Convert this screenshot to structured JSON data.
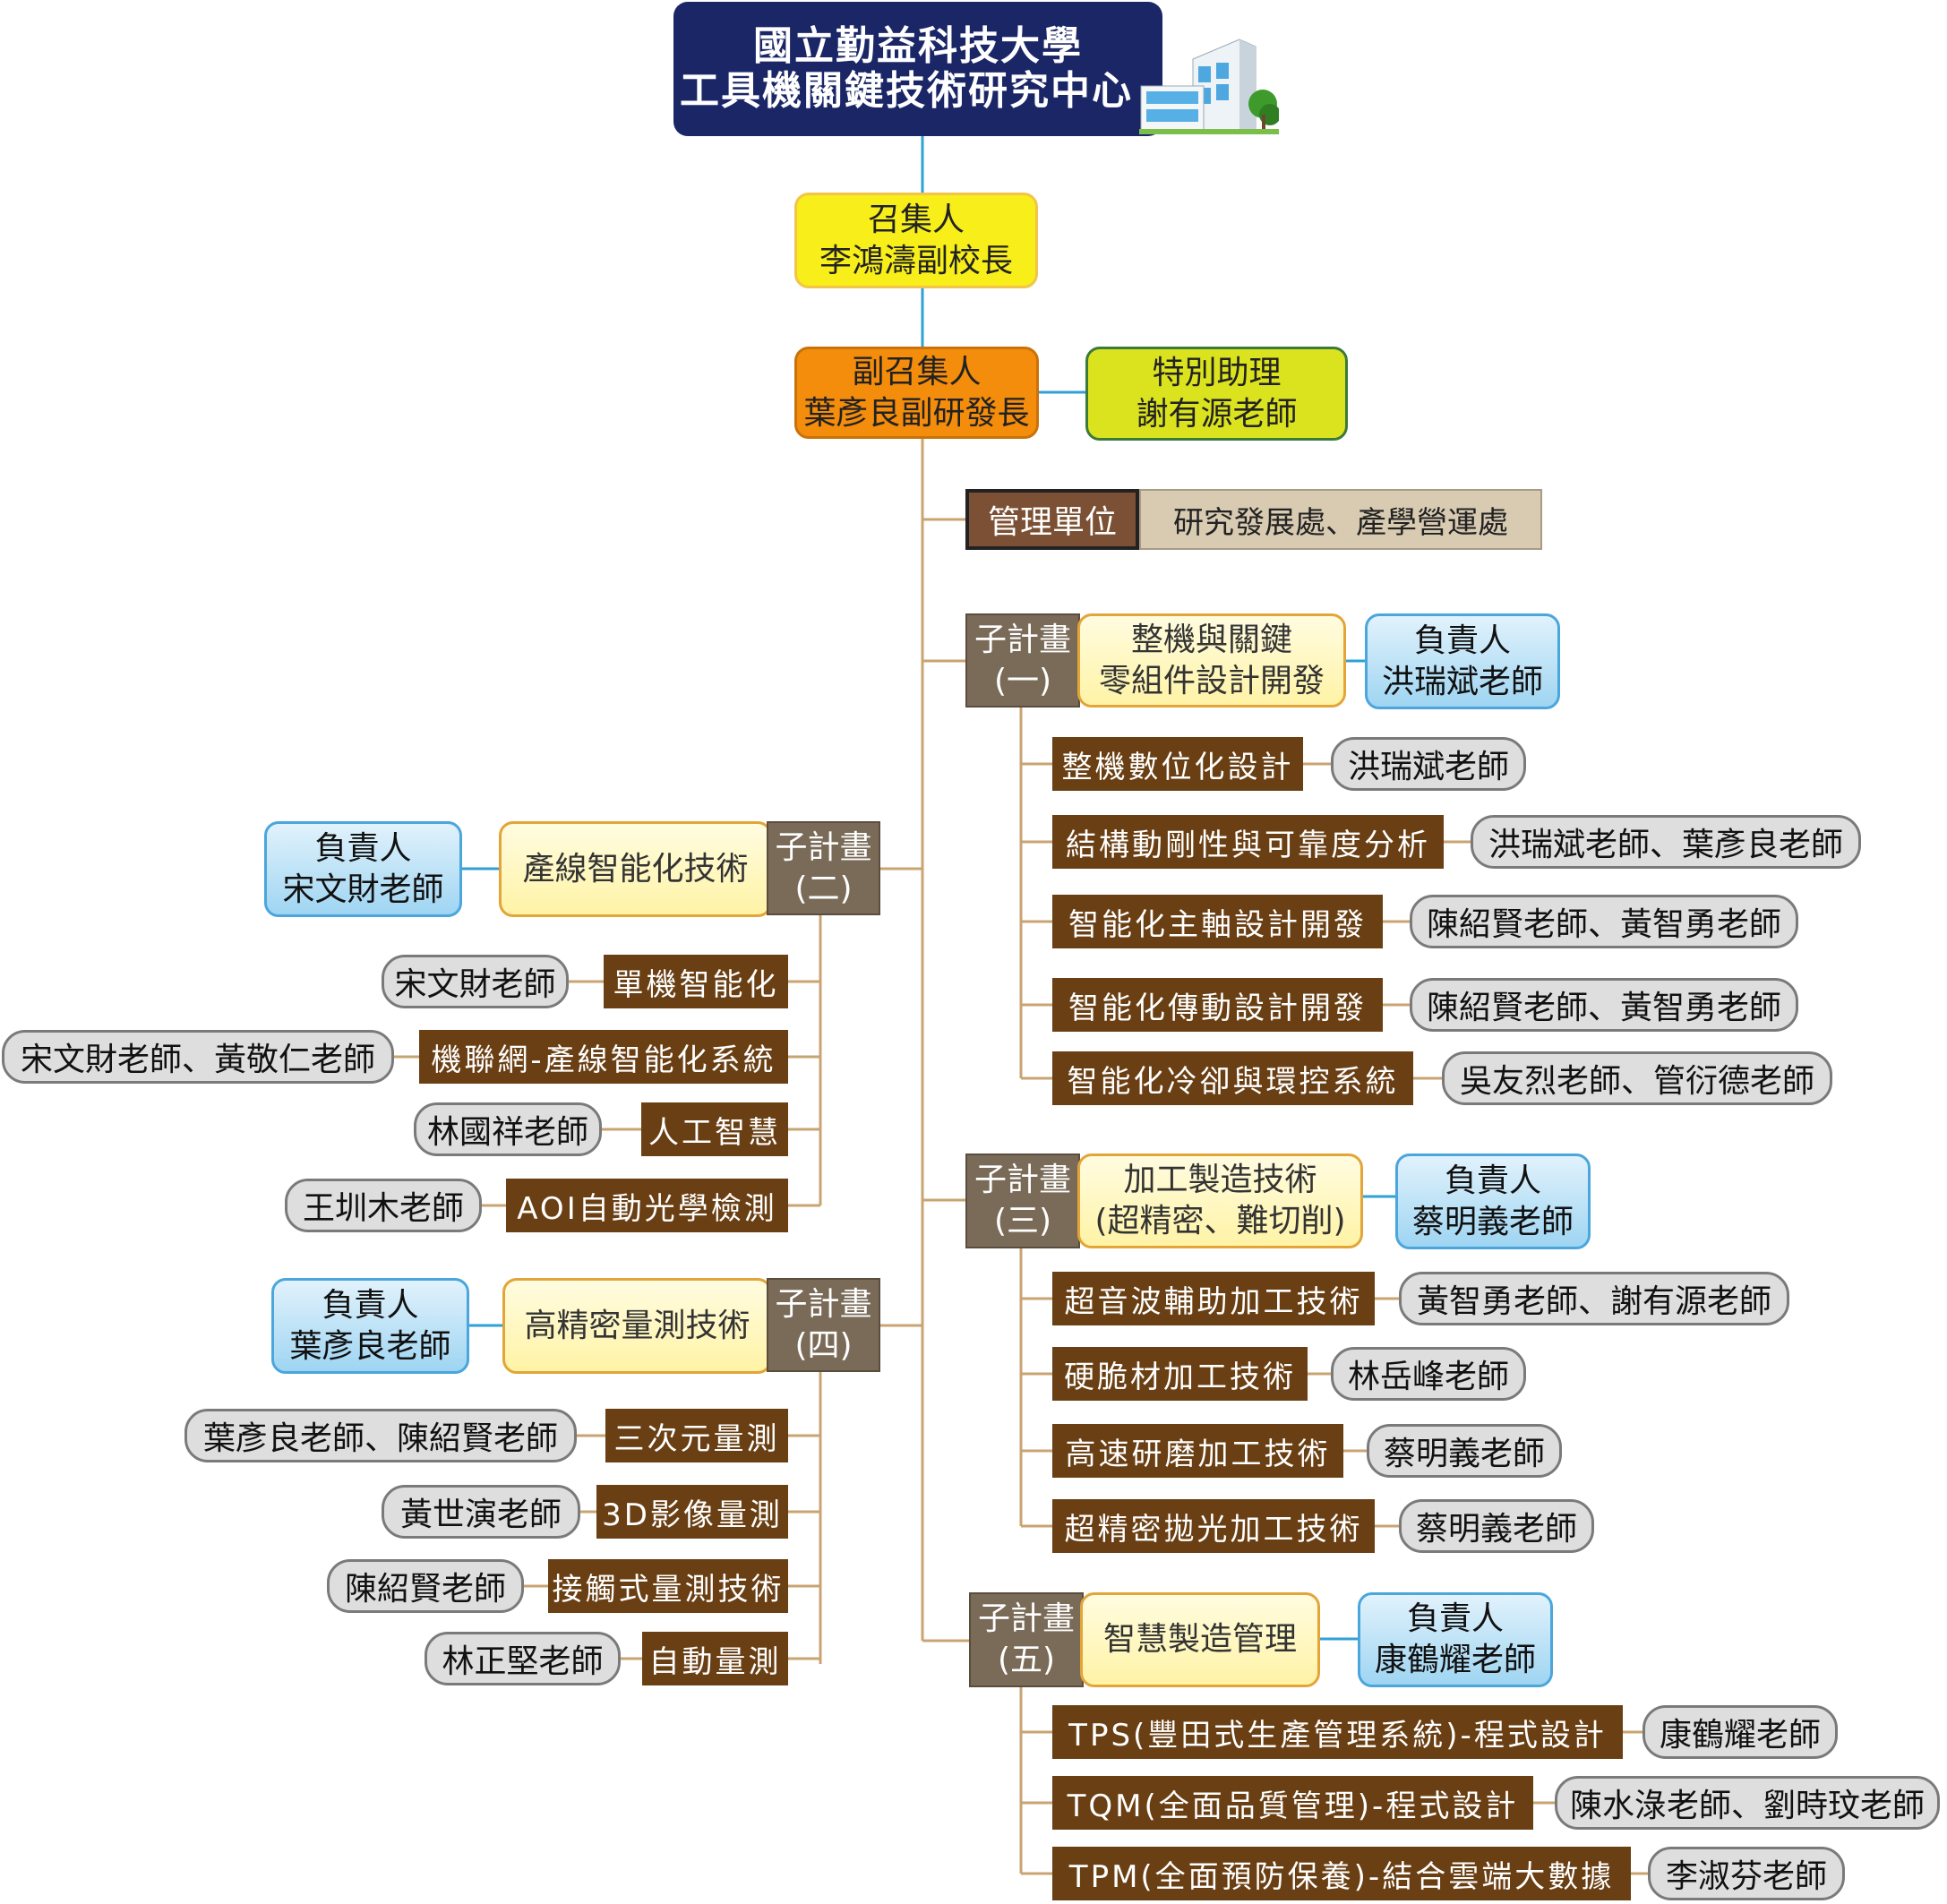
{
  "header": {
    "title_line1": "國立勤益科技大學",
    "title_line2": "工具機關鍵技術研究中心",
    "building_icon": "building-icon"
  },
  "convener": {
    "role": "召集人",
    "name": "李鴻濤副校長"
  },
  "deputy": {
    "role": "副召集人",
    "name": "葉彥良副研發長"
  },
  "assistant": {
    "role": "特別助理",
    "name": "謝有源老師"
  },
  "management": {
    "label": "管理單位",
    "units": "研究發展處、產學營運處"
  },
  "subprojects": {
    "p1": {
      "header": "子計畫\n(一)",
      "name": "整機與關鍵\n零組件設計開發",
      "lead": "負責人\n洪瑞斌老師",
      "items": [
        {
          "topic": "整機數位化設計",
          "people": "洪瑞斌老師"
        },
        {
          "topic": "結構動剛性與可靠度分析",
          "people": "洪瑞斌老師、葉彥良老師"
        },
        {
          "topic": "智能化主軸設計開發",
          "people": "陳紹賢老師、黃智勇老師"
        },
        {
          "topic": "智能化傳動設計開發",
          "people": "陳紹賢老師、黃智勇老師"
        },
        {
          "topic": "智能化冷卻與環控系統",
          "people": "吳友烈老師、管衍德老師"
        }
      ]
    },
    "p2": {
      "header": "子計畫\n(二)",
      "name": "產線智能化技術",
      "lead": "負責人\n宋文財老師",
      "items": [
        {
          "topic": "單機智能化",
          "people": "宋文財老師"
        },
        {
          "topic": "機聯網-產線智能化系統",
          "people": "宋文財老師、黃敬仁老師"
        },
        {
          "topic": "人工智慧",
          "people": "林國祥老師"
        },
        {
          "topic": "AOI自動光學檢測",
          "people": "王圳木老師"
        }
      ]
    },
    "p3": {
      "header": "子計畫\n(三)",
      "name": "加工製造技術\n(超精密、難切削)",
      "lead": "負責人\n蔡明義老師",
      "items": [
        {
          "topic": "超音波輔助加工技術",
          "people": "黃智勇老師、謝有源老師"
        },
        {
          "topic": "硬脆材加工技術",
          "people": "林岳峰老師"
        },
        {
          "topic": "高速研磨加工技術",
          "people": "蔡明義老師"
        },
        {
          "topic": "超精密拋光加工技術",
          "people": "蔡明義老師"
        }
      ]
    },
    "p4": {
      "header": "子計畫\n(四)",
      "name": "高精密量測技術",
      "lead": "負責人\n葉彥良老師",
      "items": [
        {
          "topic": "三次元量測",
          "people": "葉彥良老師、陳紹賢老師"
        },
        {
          "topic": "3D影像量測",
          "people": "黃世演老師"
        },
        {
          "topic": "接觸式量測技術",
          "people": "陳紹賢老師"
        },
        {
          "topic": "自動量測",
          "people": "林正堅老師"
        }
      ]
    },
    "p5": {
      "header": "子計畫\n(五)",
      "name": "智慧製造管理",
      "lead": "負責人\n康鶴耀老師",
      "items": [
        {
          "topic": "TPS(豐田式生產管理系統)-程式設計",
          "people": "康鶴耀老師"
        },
        {
          "topic": "TQM(全面品質管理)-程式設計",
          "people": "陳水淥老師、劉時玟老師"
        },
        {
          "topic": "TPM(全面預防保養)-結合雲端大數據",
          "people": "李淑芬老師"
        }
      ]
    }
  }
}
